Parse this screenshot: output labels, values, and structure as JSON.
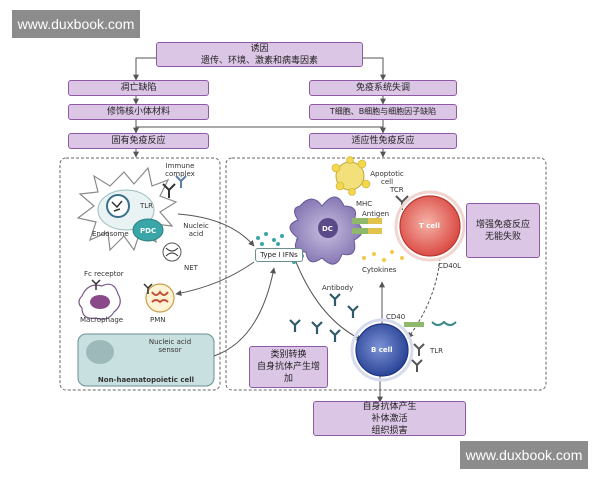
{
  "watermark": {
    "top": "www.duxbook.com",
    "bottom": "www.duxbook.com"
  },
  "boxes": {
    "causes": [
      "诱因",
      "遗传、环境、激素和病毒因素"
    ],
    "apoptosis": "凋亡缺陷",
    "immune_dysreg": "免疫系统失调",
    "nucleosome": "修饰核小体材料",
    "t_b_cytokine": "T细胞、B细胞与细胞因子缺陷",
    "innate": "固有免疫反应",
    "adaptive": "适应性免疫反应",
    "tolerance": [
      "增强免疫反应",
      "无能失败"
    ],
    "class_switch": [
      "类别转换",
      "自身抗体产生增",
      "加"
    ],
    "outcome": [
      "自身抗体产生",
      "补体激活",
      "组织损害"
    ]
  },
  "labels": {
    "immune_complex": [
      "Immune",
      "complex"
    ],
    "tlr_top": "TLR",
    "endosome": "Endosome",
    "pdc": "PDC",
    "nucleic_acid": [
      "Nucleic",
      "acid"
    ],
    "net": "NET",
    "fc_receptor": "Fc receptor",
    "macrophage": "Macrophage",
    "pmn": "PMN",
    "nucleic_acid_sensor": [
      "Nucleic acid",
      "sensor"
    ],
    "non_haem": "Non-haematopoietic cell",
    "type1_ifns": "Type I IFNs",
    "apoptotic_cell": [
      "Apoptotic",
      "cell"
    ],
    "mhc": "MHC",
    "tcr": "TCR",
    "antigen": "Antigen",
    "dc": "DC",
    "t_cell": "T cell",
    "cytokines": "Cytokines",
    "cd40l": "CD40L",
    "antibody": "Antibody",
    "cd40": "CD40",
    "b_cell": "B cell",
    "tlr_b": "TLR"
  },
  "colors": {
    "box_fill": "#dcc6e6",
    "box_border": "#8e5aa6",
    "dc_purple": "#8a7bb8",
    "t_cell_red": "#e0504a",
    "b_cell_blue": "#2e4a9e",
    "pdc_teal": "#3aa6a8"
  }
}
